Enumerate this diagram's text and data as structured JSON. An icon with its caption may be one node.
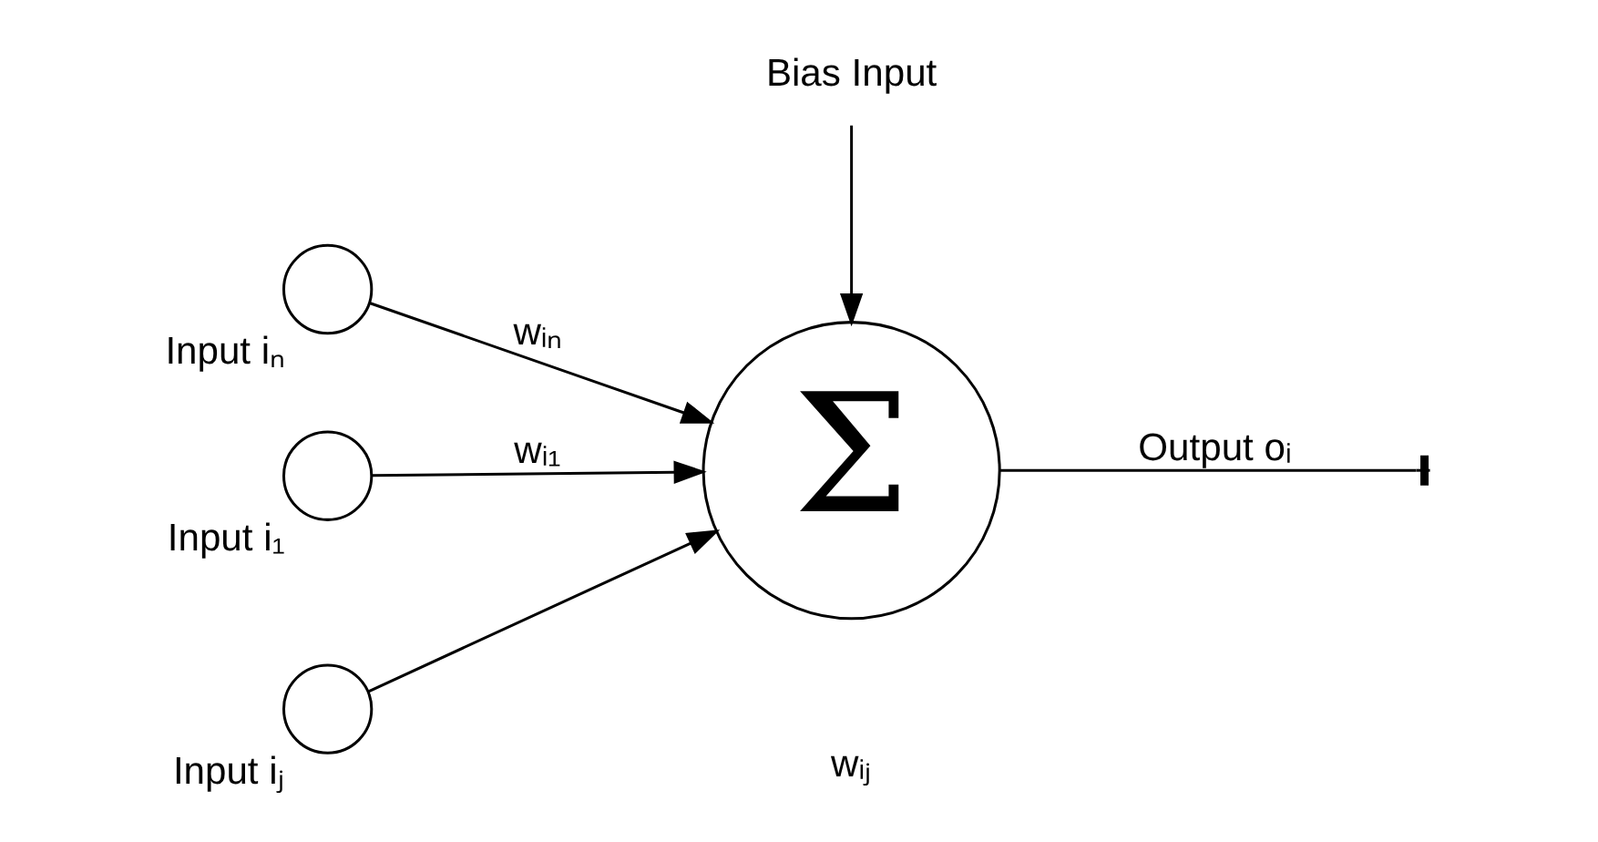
{
  "diagram": {
    "nodes": [
      {
        "text": [],
        "shape": "circle",
        "beside": [
          "Input i₁"
        ]
      },
      {
        "text": [],
        "shape": "circle",
        "beside": [
          "Input iⱼ"
        ]
      },
      {
        "text": [],
        "shape": "circle",
        "beside": [
          "Input iₙ"
        ]
      },
      {
        "text": [
          "Σ"
        ]
      },
      {
        "text": [
          "Bias Input"
        ]
      }
    ],
    "edges": [
      {
        "from": 0,
        "to": 3,
        "arrow": "to",
        "label": "wᵢ₁"
      },
      {
        "from": 1,
        "to": 3,
        "arrow": "to"
      },
      {
        "from": 2,
        "to": 3,
        "arrow": "to",
        "label": "wᵢₙ"
      },
      {
        "from": 3,
        "to": null,
        "arrow": "other",
        "label": "Output oᵢ"
      },
      {
        "from": 4,
        "to": 3,
        "arrow": "to"
      }
    ],
    "labels": [
      "wᵢⱼ"
    ]
  }
}
